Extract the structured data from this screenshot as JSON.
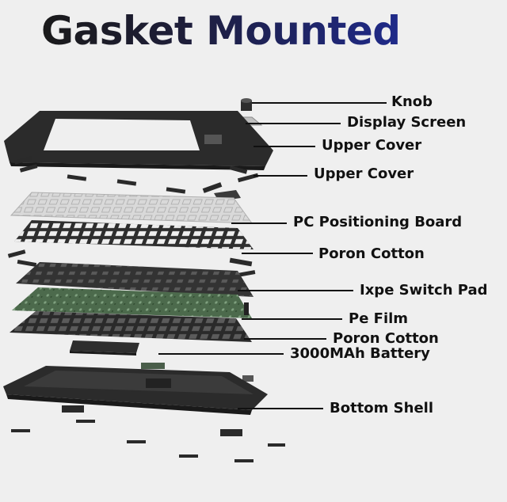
{
  "title": "Gasket Mounted",
  "labels": {
    "knob": "Knob",
    "display_screen": "Display Screen",
    "upper_cover_1": "Upper Cover",
    "upper_cover_2": "Upper Cover",
    "pc_positioning_board": "PC Positioning Board",
    "poron_cotton_1": "Poron Cotton",
    "ixpe_switch_pad": "Ixpe Switch Pad",
    "pe_film": "Pe Film",
    "poron_cotton_2": "Poron Cotton",
    "battery": "3000MAh Battery",
    "bottom_shell": "Bottom Shell"
  },
  "colors": {
    "background": "#efefef",
    "frame": "#2b2b2b",
    "pcb": "#4c6a4c",
    "plate": "#d6d6d6",
    "foam": "#2e2e2e",
    "title_end": "#1f2a8a"
  }
}
